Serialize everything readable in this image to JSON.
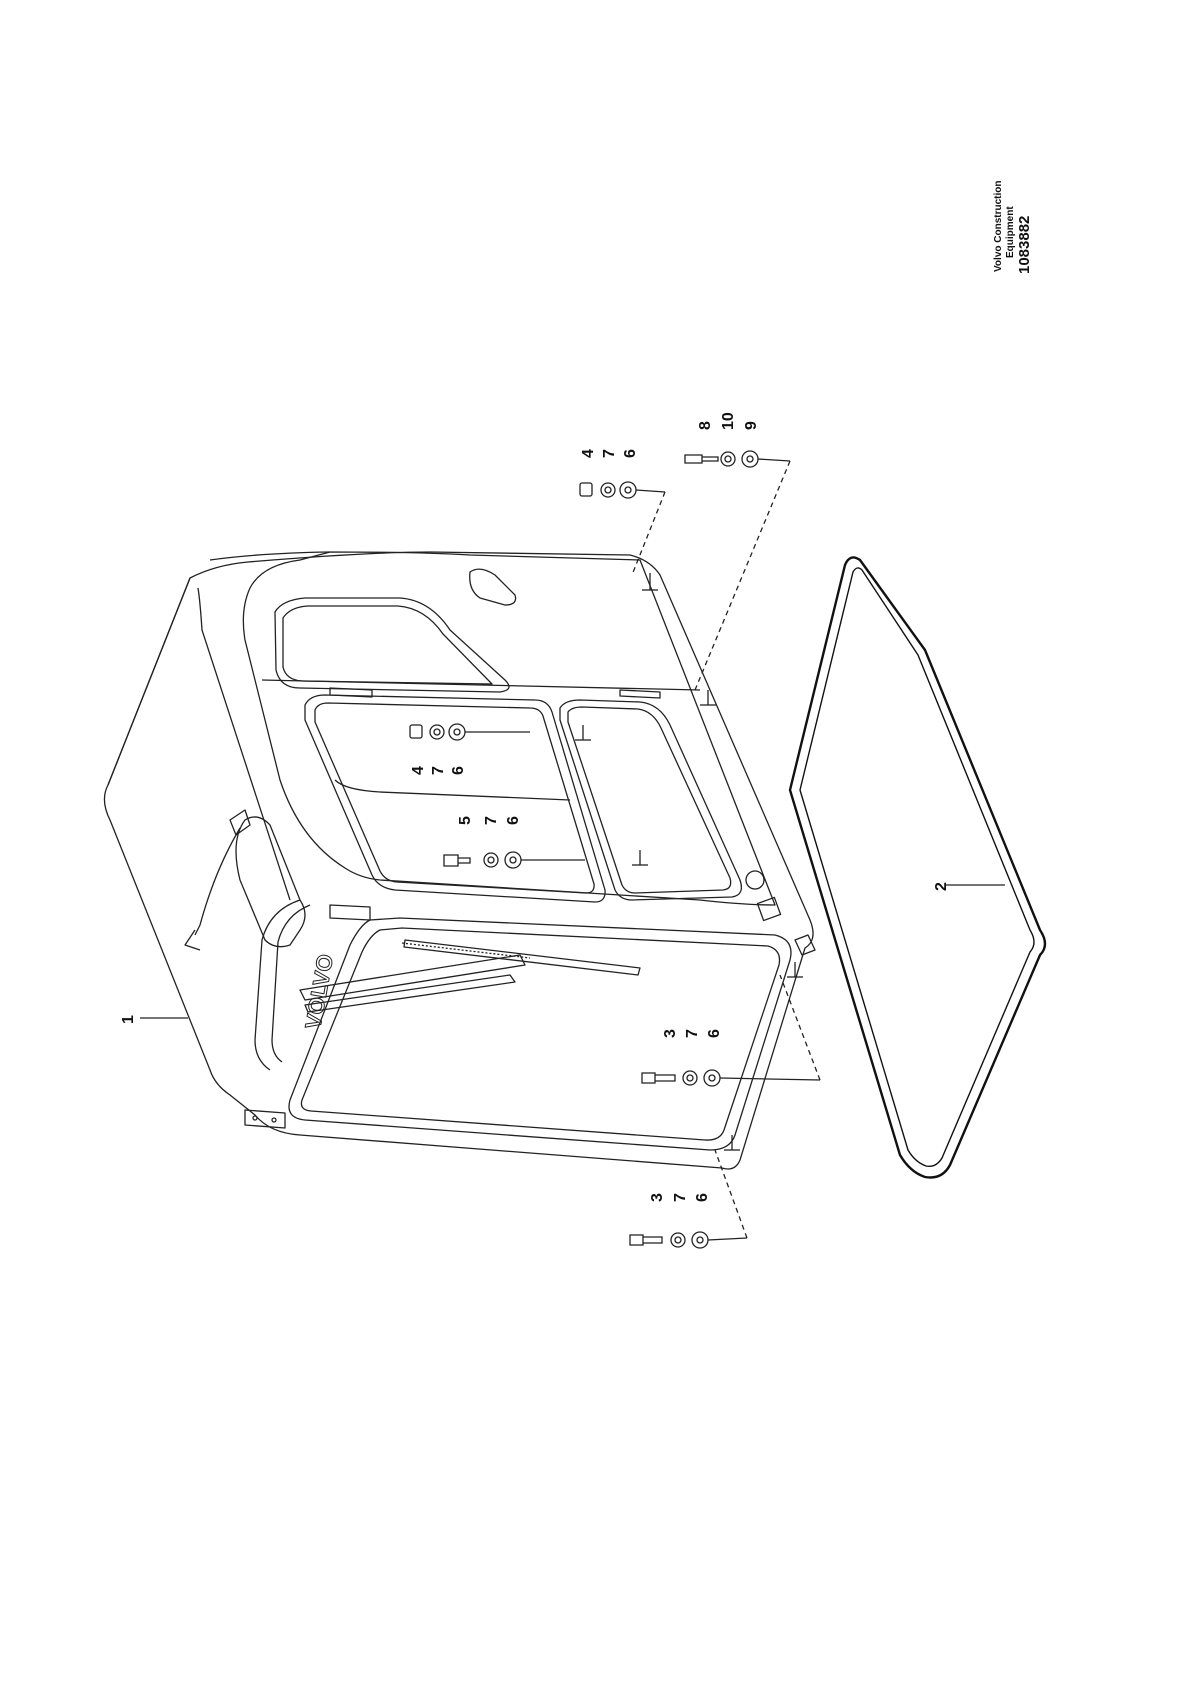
{
  "publisher": {
    "line1": "Volvo Construction",
    "line2": "Equipment",
    "drawing_number": "1083882"
  },
  "callouts": {
    "cab": "1",
    "seal": "2",
    "bolt_a": "3",
    "nut": "4",
    "bolt_b": "5",
    "washer_a": "6",
    "washer_b": "7",
    "bolt_c": "8",
    "washer_c": "9",
    "washer_d": "10"
  },
  "wiper_text": "VOLVO",
  "colors": {
    "line": "#222222",
    "paper": "#ffffff"
  }
}
